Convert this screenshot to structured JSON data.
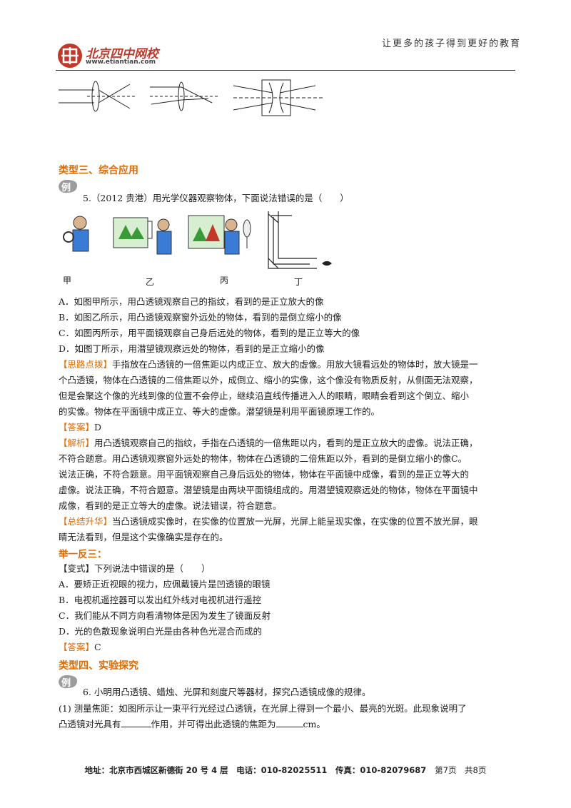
{
  "header": {
    "logo_main": "北京四中网校",
    "logo_url": "www.etiantian.com",
    "slogan": "让更多的孩子得到更好的教育"
  },
  "section3": {
    "title": "类型三、综合应用",
    "badge": "例"
  },
  "q5": {
    "stem": "5.（2012 贵港）用光学仪器观察物体，下面说法错误的是（　　）",
    "fig_labels": [
      "甲",
      "乙",
      "丙",
      "丁"
    ],
    "options": [
      "A．如图甲所示，用凸透镜观察自己的指纹，看到的是正立放大的像",
      "B．如图乙所示，用凸透镜观察窗外远处的物体，看到的是倒立缩小的像",
      "C．如图丙所示，用平面镜观察自己身后远处的物体，看到的是正立等大的像",
      "D．如图丁所示，用潜望镜观察远处的物体，看到的是正立缩小的像"
    ],
    "hint_tag": "【思路点拨】",
    "hint_lines": [
      "手指放在凸透镜的一倍焦距以内成正立、放大的虚像。用放大镜看远处的物体时，放大镜是一",
      "个凸透镜，物体在凸透镜的二倍焦距以外，成倒立、缩小的实像，这个像没有物质反射，从侧面无法观察，",
      "但是会聚这个像的光线到像的位置不会停止，继续沿直线传播进入人的眼睛，眼睛会看到这个倒立、缩小",
      "的实像。物体在平面镜中成正立、等大的虚像。潜望镜是利用平面镜原理工作的。"
    ],
    "answer_tag": "【答案】",
    "answer": "D",
    "analysis_tag": "【解析】",
    "analysis_lines": [
      "用凸透镜观察自己的指纹，手指在凸透镜的一倍焦距以内，看到的是正立放大的虚像。说法正确，",
      "不符合题意。用凸透镜观察窗外远处的物体，物体在凸透镜的二倍焦距以外，看到的是倒立缩小的像C。",
      "说法正确，不符合题意。用平面镜观察自己身后远处的物体，物体在平面镜中成像，看到的是正立等大的",
      "虚像。说法正确，不符合题意。潜望镜是由两块平面镜组成的。用潜望镜观察远处的物体，物体在平面镜中",
      "成像，看到的是正立等大的虚像。说法错误，符合题意。"
    ],
    "summary_tag": "【总结升华】",
    "summary_lines": [
      "当凸透镜成实像时，在实像的位置放一光屏，光屏上能呈现实像，在实像的位置不放光屏，眼",
      "睛无法看到，但是这个实像确实是存在的。"
    ]
  },
  "variant": {
    "title": "举一反三：",
    "stem": "【变式】下列说法中错误的是（　　）",
    "options": [
      "A．要矫正近视眼的视力，应佩戴镜片是凹透镜的眼镜",
      "B．电视机遥控器可以发出红外线对电视机进行遥控",
      "C．我们能从不同方向看清物体是因为发生了镜面反射",
      "D．光的色散现象说明白光是由各种色光混合而成的"
    ],
    "answer_tag": "【答案】",
    "answer": "C"
  },
  "section4": {
    "title": "类型四、实验探究",
    "badge": "例"
  },
  "q6": {
    "stem": "6. 小明用凸透镜、蜡烛、光屏和刻度尺等器材，探究凸透镜成像的规律。",
    "part1_a": "(1) 测量焦距：如图所示让一束平行光经过凸透镜，在光屏上得到一个最小、最亮的光斑。此现象说明了",
    "part1_b1": "凸透镜对光具有",
    "part1_b2": "作用，并可得出此透镜的焦距为",
    "part1_b3": "cm。"
  },
  "footer": {
    "address": "地址：北京市西城区新德街 20 号 4 层　电话：010-82025511　传真：010-82079687",
    "page": "第7页　共8页"
  },
  "colors": {
    "accent": "#e06a00",
    "logo_red": "#c0392b",
    "text": "#222222"
  }
}
